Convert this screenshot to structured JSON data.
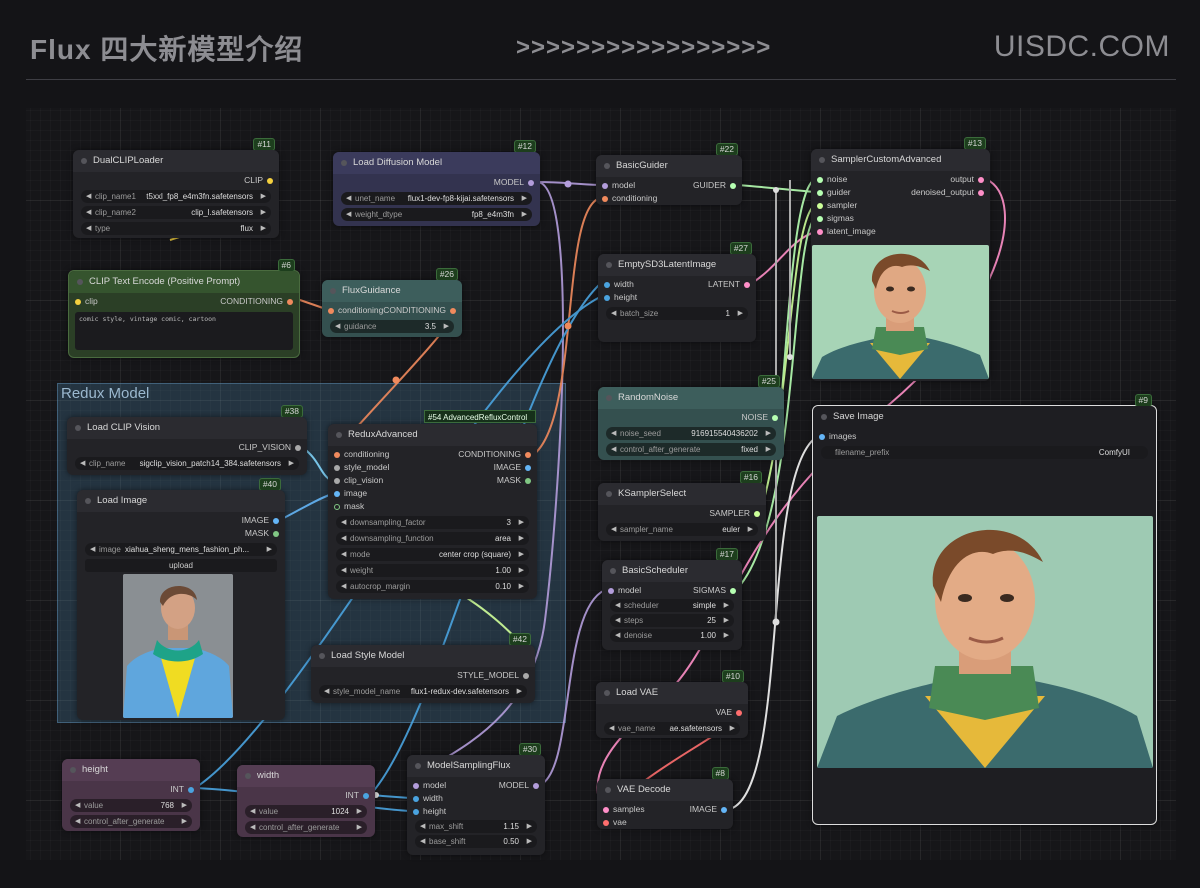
{
  "header": {
    "title": "Flux 四大新模型介绍",
    "arrows": ">>>>>>>>>>>>>>>>>",
    "brand": "UISDC.COM"
  },
  "group": {
    "title": "Redux Model"
  },
  "floating_label": "#54 AdvancedRefluxControl",
  "nodes": {
    "dual_clip": {
      "id": "#11",
      "title": "DualCLIPLoader",
      "out": "CLIP",
      "w1_label": "clip_name1",
      "w1_val": "t5xxl_fp8_e4m3fn.safetensors",
      "w2_label": "clip_name2",
      "w2_val": "clip_l.safetensors",
      "w3_label": "type",
      "w3_val": "flux"
    },
    "load_diffusion": {
      "id": "#12",
      "title": "Load Diffusion Model",
      "out": "MODEL",
      "w1_label": "unet_name",
      "w1_val": "flux1-dev-fp8-kijai.safetensors",
      "w2_label": "weight_dtype",
      "w2_val": "fp8_e4m3fn"
    },
    "basic_guider": {
      "id": "#22",
      "title": "BasicGuider",
      "in1": "model",
      "in2": "conditioning",
      "out": "GUIDER"
    },
    "sampler_custom": {
      "id": "#13",
      "title": "SamplerCustomAdvanced",
      "in1": "noise",
      "in2": "guider",
      "in3": "sampler",
      "in4": "sigmas",
      "in5": "latent_image",
      "out1": "output",
      "out2": "denoised_output"
    },
    "clip_text": {
      "id": "#6",
      "title": "CLIP Text Encode (Positive Prompt)",
      "in1": "clip",
      "out": "CONDITIONING",
      "text": "comic style, vintage comic, cartoon"
    },
    "flux_guidance": {
      "id": "#26",
      "title": "FluxGuidance",
      "in1": "conditioning",
      "out": "CONDITIONING",
      "w1_label": "guidance",
      "w1_val": "3.5"
    },
    "empty_latent": {
      "id": "#27",
      "title": "EmptySD3LatentImage",
      "in1": "width",
      "in2": "height",
      "out": "LATENT",
      "w1_label": "batch_size",
      "w1_val": "1"
    },
    "random_noise": {
      "id": "#25",
      "title": "RandomNoise",
      "out": "NOISE",
      "w1_label": "noise_seed",
      "w1_val": "916915540436202",
      "w2_label": "control_after_generate",
      "w2_val": "fixed"
    },
    "save_image": {
      "id": "#9",
      "title": "Save Image",
      "in1": "images",
      "w1_label": "filename_prefix",
      "w1_val": "ComfyUI"
    },
    "load_clip_vision": {
      "id": "#38",
      "title": "Load CLIP Vision",
      "out": "CLIP_VISION",
      "w1_label": "clip_name",
      "w1_val": "sigclip_vision_patch14_384.safetensors"
    },
    "redux_advanced": {
      "title": "ReduxAdvanced",
      "in1": "conditioning",
      "in2": "style_model",
      "in3": "clip_vision",
      "in4": "image",
      "in5": "mask",
      "out1": "CONDITIONING",
      "out2": "IMAGE",
      "out3": "MASK",
      "w1_label": "downsampling_factor",
      "w1_val": "3",
      "w2_label": "downsampling_function",
      "w2_val": "area",
      "w3_label": "mode",
      "w3_val": "center crop (square)",
      "w4_label": "weight",
      "w4_val": "1.00",
      "w5_label": "autocrop_margin",
      "w5_val": "0.10"
    },
    "load_image": {
      "id": "#40",
      "title": "Load Image",
      "out1": "IMAGE",
      "out2": "MASK",
      "w1_label": "image",
      "w1_val": "xiahua_sheng_mens_fashion_ph...",
      "upload": "upload"
    },
    "ksampler_select": {
      "id": "#16",
      "title": "KSamplerSelect",
      "out": "SAMPLER",
      "w1_label": "sampler_name",
      "w1_val": "euler"
    },
    "basic_scheduler": {
      "id": "#17",
      "title": "BasicScheduler",
      "in1": "model",
      "out": "SIGMAS",
      "w1_label": "scheduler",
      "w1_val": "simple",
      "w2_label": "steps",
      "w2_val": "25",
      "w3_label": "denoise",
      "w3_val": "1.00"
    },
    "load_style": {
      "id": "#42",
      "title": "Load Style Model",
      "out": "STYLE_MODEL",
      "w1_label": "style_model_name",
      "w1_val": "flux1-redux-dev.safetensors"
    },
    "load_vae": {
      "id": "#10",
      "title": "Load VAE",
      "out": "VAE",
      "w1_label": "vae_name",
      "w1_val": "ae.safetensors"
    },
    "height": {
      "title": "height",
      "out": "INT",
      "w1_label": "value",
      "w1_val": "768",
      "w2_label": "control_after_generate",
      "w2_val": ""
    },
    "width": {
      "title": "width",
      "out": "INT",
      "w1_label": "value",
      "w1_val": "1024",
      "w2_label": "control_after_generate",
      "w2_val": ""
    },
    "model_sampling": {
      "id": "#30",
      "title": "ModelSamplingFlux",
      "in1": "model",
      "in2": "width",
      "in3": "height",
      "out": "MODEL",
      "w1_label": "max_shift",
      "w1_val": "1.15",
      "w2_label": "base_shift",
      "w2_val": "0.50"
    },
    "vae_decode": {
      "id": "#8",
      "title": "VAE Decode",
      "in1": "samples",
      "in2": "vae",
      "out": "IMAGE"
    }
  },
  "colors": {
    "accent_green_badge": "#1d3e1d",
    "group_blue": "#4a84aa",
    "clip_node": "#35542e",
    "guider_purple": "#33334f",
    "teal_node": "#34504f",
    "primitive": "#4a3548"
  }
}
